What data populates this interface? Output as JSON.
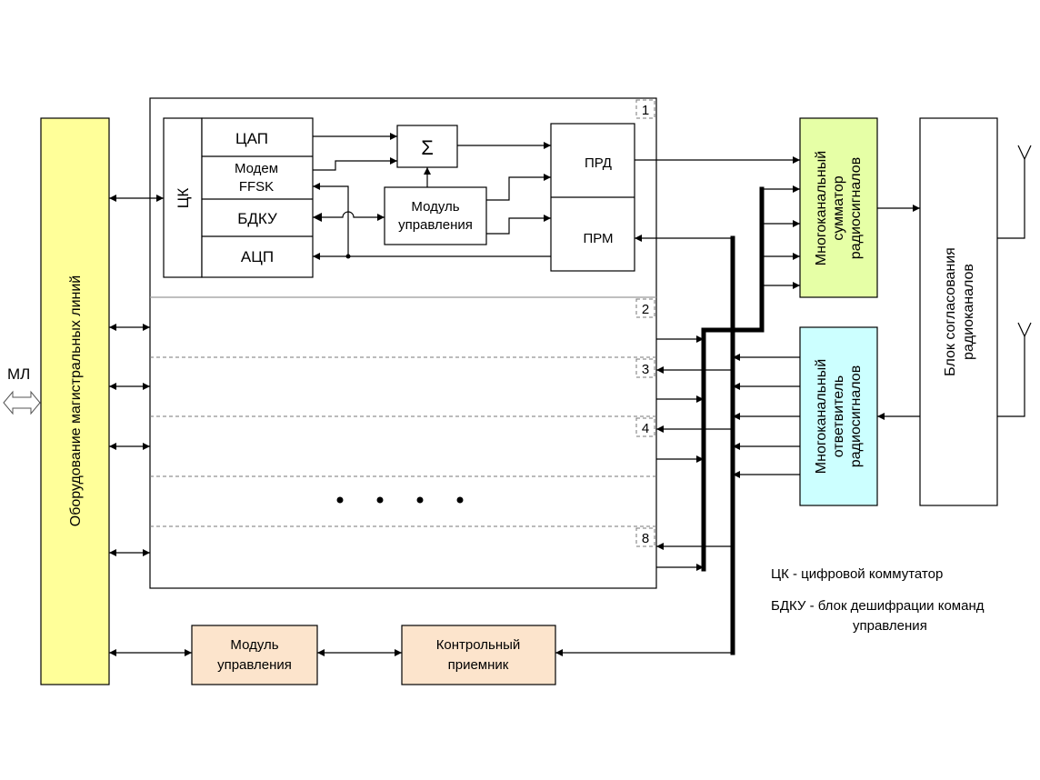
{
  "left_panel": {
    "ml_label": "МЛ",
    "equipment_label": "Оборудование магистральных линий",
    "equipment_fill": "#ffff99"
  },
  "transceiver_block": {
    "ck_label": "ЦК",
    "dac_label": "ЦАП",
    "modem_line1": "Модем",
    "modem_line2": "FFSK",
    "bdku_label": "БДКУ",
    "adc_label": "АЦП",
    "sigma_symbol": "Σ",
    "control_module_line1": "Модуль",
    "control_module_line2": "управления",
    "prd_label": "ПРД",
    "prm_label": "ПРМ"
  },
  "channel_numbers": [
    "1",
    "2",
    "3",
    "4",
    "8"
  ],
  "ellipsis_dots": 4,
  "combiner": {
    "line1": "Многоканальный",
    "line2": "сумматор",
    "line3": "радиосигналов",
    "fill": "#e6ffa6"
  },
  "splitter": {
    "line1": "Многоканальный",
    "line2": "ответвитель",
    "line3": "радиосигналов",
    "fill": "#ccffff"
  },
  "matching_block": {
    "line1": "Блок согласования",
    "line2": "радиоканалов"
  },
  "bottom": {
    "control_module_line1": "Модуль",
    "control_module_line2": "управления",
    "control_receiver_line1": "Контрольный",
    "control_receiver_line2": "приемник",
    "fill": "#fce4cc"
  },
  "legend": {
    "ck_line": "ЦК - цифровой коммутатор",
    "bdku_line1": "БДКУ - блок дешифрации команд",
    "bdku_line2": "управления"
  }
}
